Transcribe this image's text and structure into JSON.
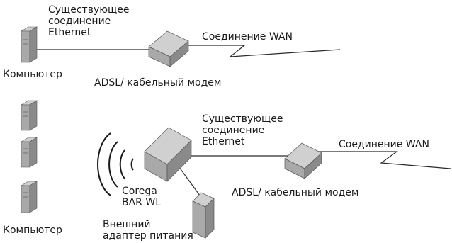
{
  "labels": {
    "existing_ethernet_top": [
      "Существующее",
      "соединение",
      "Ethernet"
    ],
    "wan_top": "Соединение WAN",
    "computer_top": "Компьютер",
    "modem_top": "ADSL/ кабельный модем",
    "existing_ethernet_bottom": [
      "Существующее",
      "соединение",
      "Ethernet"
    ],
    "wan_bottom": "Соединение WAN",
    "router": [
      "Corega",
      "BAR WL"
    ],
    "modem_bottom": "ADSL/ кабельный модем",
    "computer_bottom": "Компьютер",
    "power_adapter": [
      "Внешний",
      "адаптер питания"
    ]
  },
  "colors": {
    "device_top": "#d0d0d0",
    "device_front": "#a9a9a9",
    "device_side": "#8a8a8a",
    "line": "#2a2a2a",
    "text": "#1a1a1a"
  },
  "icons": {
    "computer": "tower-computer-icon",
    "modem": "modem-box-icon",
    "router": "wireless-router-icon",
    "power": "power-adapter-icon",
    "wireless": "wireless-waves-icon",
    "wan": "zigzag-wan-link-icon"
  }
}
